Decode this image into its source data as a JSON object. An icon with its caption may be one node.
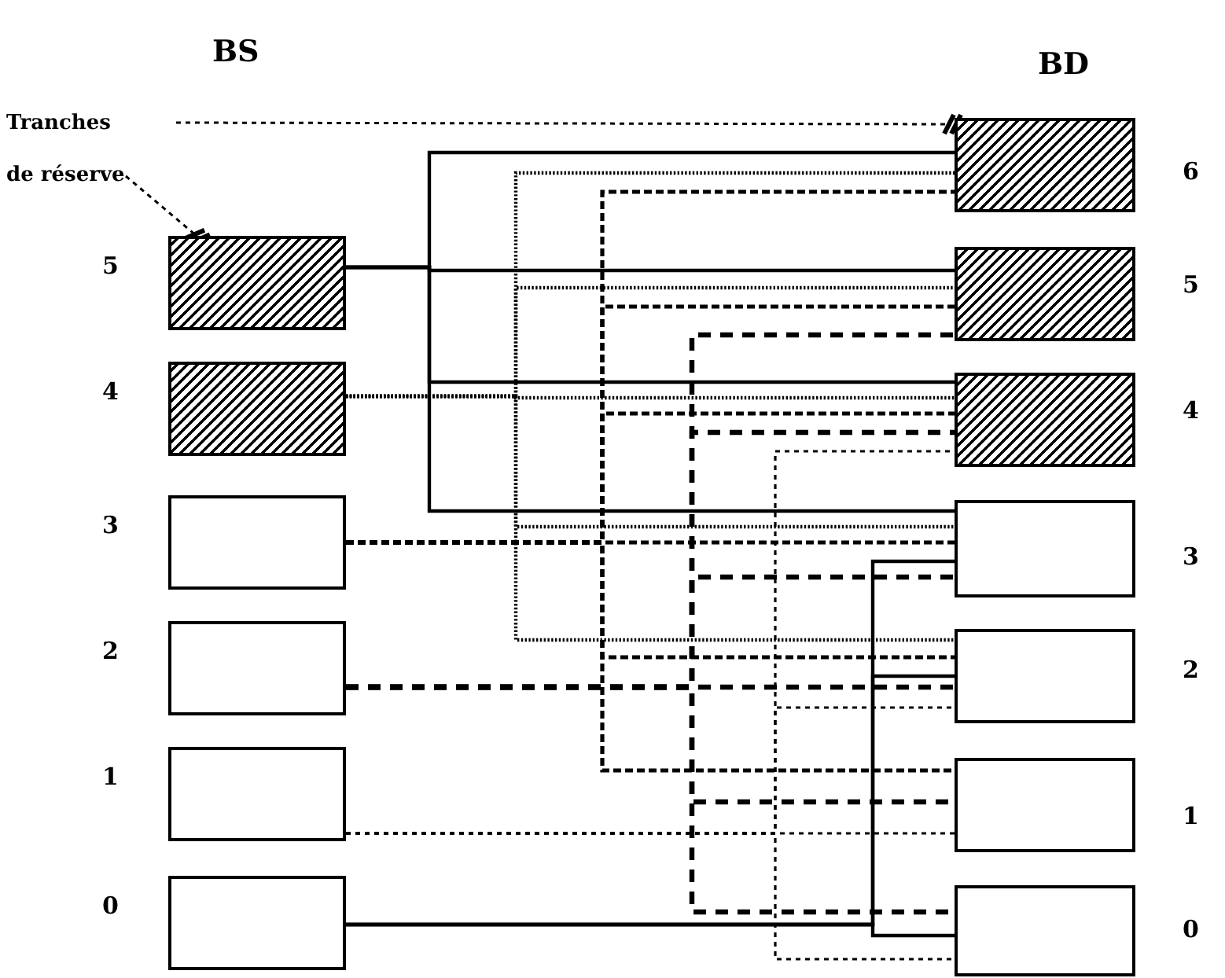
{
  "diagram": {
    "nodes": [
      {
        "text": [
          "Tranches de réserve"
        ]
      },
      {
        "text": [],
        "shape": "box",
        "beside": [
          "5"
        ]
      },
      {
        "text": [],
        "shape": "box",
        "beside": [
          "4"
        ]
      },
      {
        "text": [],
        "shape": "box",
        "beside": [
          "3"
        ]
      },
      {
        "text": [],
        "shape": "box",
        "beside": [
          "2"
        ]
      },
      {
        "text": [],
        "shape": "box",
        "beside": [
          "1"
        ]
      },
      {
        "text": [],
        "shape": "box",
        "beside": [
          "0"
        ]
      },
      {
        "text": [],
        "shape": "box",
        "beside": [
          "6"
        ]
      },
      {
        "text": [],
        "shape": "box",
        "beside": [
          "5"
        ]
      },
      {
        "text": [],
        "shape": "box",
        "beside": [
          "4"
        ]
      },
      {
        "text": [],
        "shape": "box",
        "beside": [
          "3"
        ]
      },
      {
        "text": [],
        "shape": "box",
        "beside": [
          "2"
        ]
      },
      {
        "text": [],
        "shape": "box",
        "beside": [
          "1"
        ]
      },
      {
        "text": [],
        "shape": "box",
        "beside": [
          "0"
        ]
      }
    ],
    "edges": [
      {
        "from": 0,
        "to": 7,
        "arrow": "other",
        "style": "dashed"
      },
      {
        "from": 0,
        "to": 1,
        "arrow": "other",
        "style": "dashed"
      },
      {
        "from": 1,
        "to": 7,
        "arrow": "none"
      },
      {
        "from": 1,
        "to": 8,
        "arrow": "none"
      },
      {
        "from": 1,
        "to": 9,
        "arrow": "none"
      },
      {
        "from": 1,
        "to": 10,
        "arrow": "none"
      },
      {
        "from": 2,
        "to": 7,
        "arrow": "none",
        "style": "dashed"
      },
      {
        "from": 2,
        "to": 8,
        "arrow": "none",
        "style": "dashed"
      },
      {
        "from": 2,
        "to": 9,
        "arrow": "none",
        "style": "dashed"
      },
      {
        "from": 2,
        "to": 10,
        "arrow": "none",
        "style": "dashed"
      },
      {
        "from": 2,
        "to": 11,
        "arrow": "none",
        "style": "dashed"
      },
      {
        "from": 3,
        "to": 7,
        "arrow": "none",
        "style": "dashed"
      },
      {
        "from": 3,
        "to": 8,
        "arrow": "none",
        "style": "dashed"
      },
      {
        "from": 3,
        "to": 9,
        "arrow": "none",
        "style": "dashed"
      },
      {
        "from": 3,
        "to": 10,
        "arrow": "none",
        "style": "dashed"
      },
      {
        "from": 3,
        "to": 11,
        "arrow": "none",
        "style": "dashed"
      },
      {
        "from": 3,
        "to": 12,
        "arrow": "none",
        "style": "dashed"
      },
      {
        "from": 4,
        "to": 8,
        "arrow": "none",
        "style": "dashed"
      },
      {
        "from": 4,
        "to": 9,
        "arrow": "none",
        "style": "dashed"
      },
      {
        "from": 4,
        "to": 10,
        "arrow": "none",
        "style": "dashed"
      },
      {
        "from": 4,
        "to": 11,
        "arrow": "none",
        "style": "dashed"
      },
      {
        "from": 4,
        "to": 12,
        "arrow": "none",
        "style": "dashed"
      },
      {
        "from": 4,
        "to": 13,
        "arrow": "none",
        "style": "dashed"
      },
      {
        "from": 5,
        "to": 9,
        "arrow": "none",
        "style": "dashed"
      },
      {
        "from": 5,
        "to": 11,
        "arrow": "none",
        "style": "dashed"
      },
      {
        "from": 5,
        "to": 12,
        "arrow": "none",
        "style": "dashed"
      },
      {
        "from": 5,
        "to": 13,
        "arrow": "none",
        "style": "dashed"
      },
      {
        "from": 6,
        "to": 10,
        "arrow": "none"
      },
      {
        "from": 6,
        "to": 11,
        "arrow": "none"
      },
      {
        "from": 6,
        "to": 13,
        "arrow": "none"
      }
    ],
    "labels": [
      "BS",
      "BD"
    ]
  }
}
